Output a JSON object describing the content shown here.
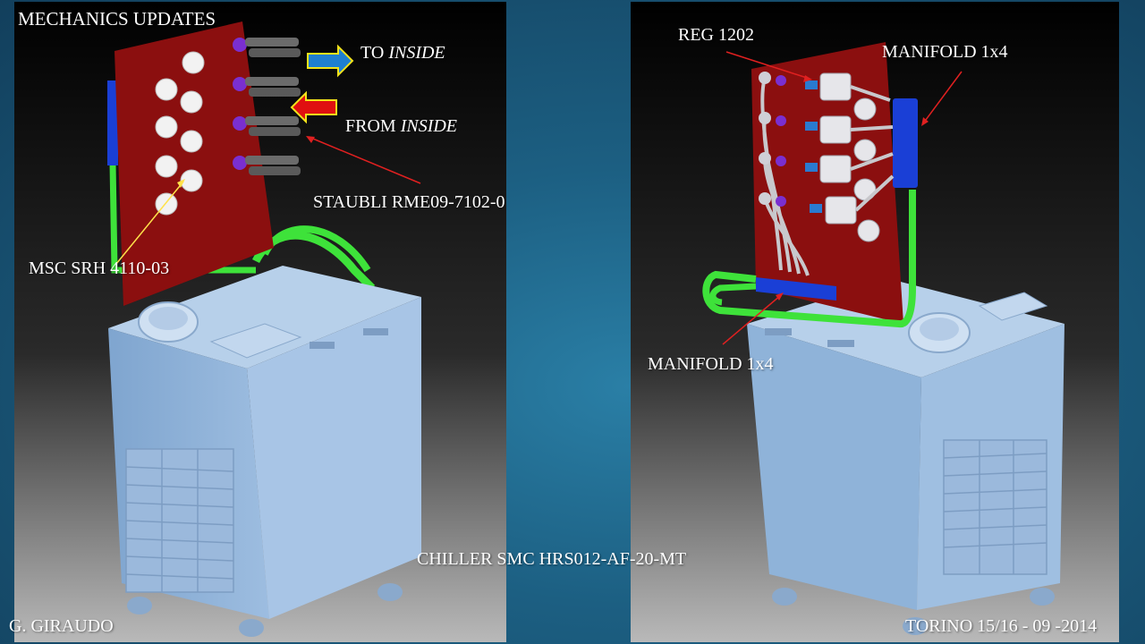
{
  "slide": {
    "title": "MECHANICS UPDATES",
    "author": "G. GIRAUDO",
    "date_place": "TORINO 15/16 - 09 -2014"
  },
  "labels": {
    "to_inside_prefix": "TO ",
    "to_inside_emph": "INSIDE",
    "from_inside_prefix": "FROM ",
    "from_inside_emph": "INSIDE",
    "staubli": "STAUBLI RME09-7102-0",
    "msc": "MSC SRH 4110-03",
    "reg": "REG 1202",
    "manifold_top": "MANIFOLD 1x4",
    "manifold_bottom": "MANIFOLD 1x4",
    "chiller": "CHILLER SMC HRS012-AF-20-MT"
  },
  "colors": {
    "chiller_body": "#8fb3d9",
    "panel_red": "#8b0f0f",
    "hose_green": "#3ee23a",
    "manifold_blue": "#1a3fd6",
    "arrow_blue": "#1f7fd0",
    "arrow_red": "#e01010",
    "arrow_outline": "#f2e31a",
    "pointer_red": "#e02020",
    "pointer_yellow": "#ffe24a"
  }
}
